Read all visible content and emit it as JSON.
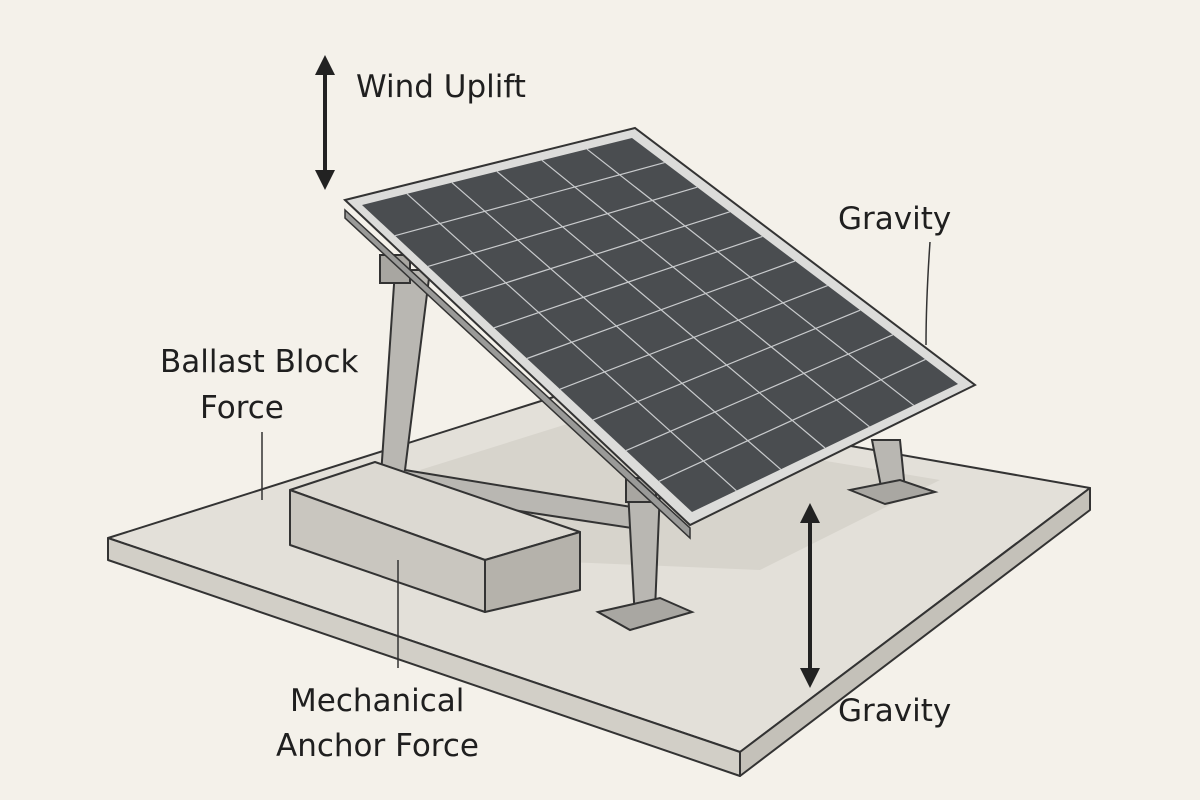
{
  "labels": {
    "wind_uplift": "Wind Uplift",
    "gravity_top": "Gravity",
    "ballast_line1": "Ballast Block",
    "ballast_line2": "Force",
    "anchor_line1": "Mechanical",
    "anchor_line2": "Anchor Force",
    "gravity_bottom": "Gravity"
  },
  "colors": {
    "background": "#f4f1ea",
    "panel_cells": "#4a4d50",
    "panel_frame": "#d8d8d6",
    "slab_top": "#e2dfd8",
    "block": "#cfccc5",
    "ink": "#222222"
  }
}
